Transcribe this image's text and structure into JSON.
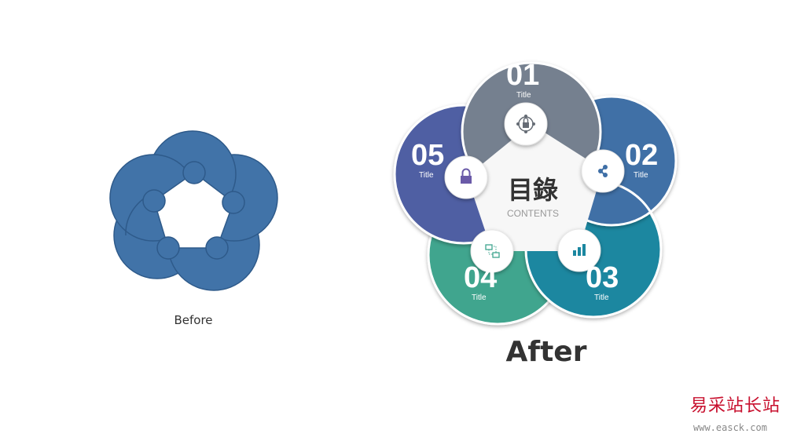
{
  "before": {
    "label": "Before",
    "color": "#4173a8"
  },
  "after": {
    "label": "After",
    "center_title": "目錄",
    "center_subtitle": "CONTENTS",
    "petals": [
      {
        "number": "01",
        "title": "Title",
        "color": "#75808f",
        "icon": "network-lock-icon",
        "icon_color": "#666c75"
      },
      {
        "number": "02",
        "title": "Title",
        "color": "#3f6fa6",
        "icon": "share-icon",
        "icon_color": "#3f6fa6"
      },
      {
        "number": "03",
        "title": "Title",
        "color": "#1b87a0",
        "icon": "bar-chart-icon",
        "icon_color": "#1b87a0"
      },
      {
        "number": "04",
        "title": "Title",
        "color": "#3fa58e",
        "icon": "flowchart-icon",
        "icon_color": "#3fa58e"
      },
      {
        "number": "05",
        "title": "Title",
        "color": "#4f5fa3",
        "icon": "lock-icon",
        "icon_color": "#6a5aa8"
      }
    ]
  },
  "watermark": {
    "name": "易采站长站",
    "url": "www.easck.com"
  }
}
